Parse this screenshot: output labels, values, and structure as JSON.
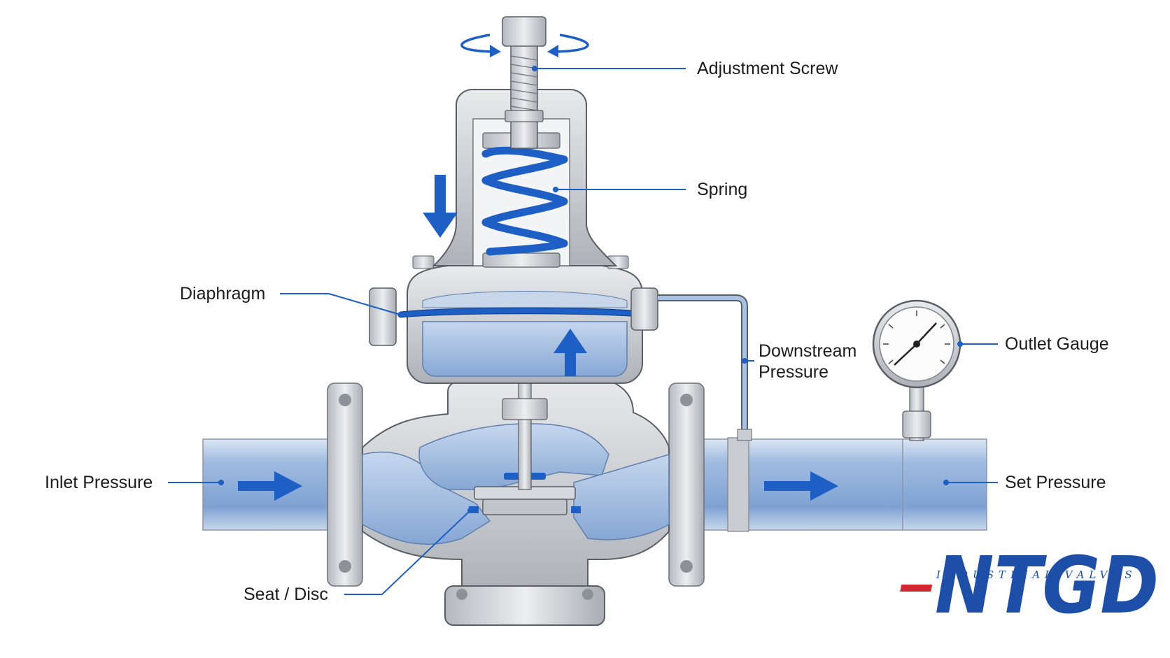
{
  "labels": {
    "adjustment_screw": "Adjustment Screw",
    "spring": "Spring",
    "diaphragm": "Diaphragm",
    "downstream_pressure": "Downstream Pressure",
    "outlet_gauge": "Outlet Gauge",
    "inlet_pressure": "Inlet Pressure",
    "set_pressure": "Set Pressure",
    "seat_disc": "Seat / Disc"
  },
  "logo": {
    "wordmark": "NTGD",
    "tagline": "INDUSTRIAL VALVES"
  },
  "colors": {
    "accent_blue": "#1d5fc4",
    "fluid_blue": "#a9c3e4",
    "fluid_blue_dark": "#6f95c9",
    "metal_gray": "#c9ccd1",
    "metal_dark": "#5a5f66",
    "logo_blue": "#1d4fa8",
    "logo_red": "#d22630"
  }
}
